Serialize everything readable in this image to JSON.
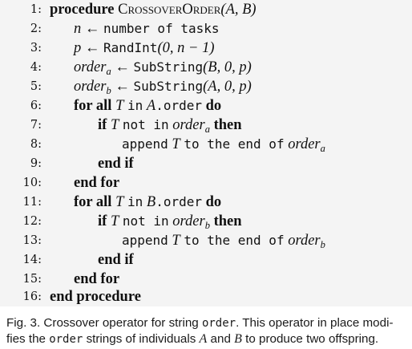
{
  "algorithm": {
    "lines": [
      {
        "num": "1:",
        "keyword": "procedure",
        "name": "CrossoverOrder",
        "params": "(A, B)"
      },
      {
        "num": "2:",
        "var": "n",
        "arrow": "←",
        "text": "number of tasks"
      },
      {
        "num": "3:",
        "var": "p",
        "arrow": "←",
        "fn": "RandInt",
        "args": "(0, n − 1)"
      },
      {
        "num": "4:",
        "var": "order",
        "sub": "a",
        "arrow": "←",
        "fn": "SubString",
        "args": "(B, 0, p)"
      },
      {
        "num": "5:",
        "var": "order",
        "sub": "b",
        "arrow": "←",
        "fn": "SubString",
        "args": "(A, 0, p)"
      },
      {
        "num": "6:",
        "kw1": "for all",
        "var": "T",
        "in": "in",
        "obj": "A",
        "field": ".order",
        "kw2": "do"
      },
      {
        "num": "7:",
        "kw1": "if",
        "var": "T",
        "notin": "not in",
        "obj": "order",
        "sub": "a",
        "kw2": "then"
      },
      {
        "num": "8:",
        "t1": "append",
        "var": "T",
        "t2": "to the end of",
        "obj": "order",
        "sub": "a"
      },
      {
        "num": "9:",
        "kw": "end if"
      },
      {
        "num": "10:",
        "kw": "end for"
      },
      {
        "num": "11:",
        "kw1": "for all",
        "var": "T",
        "in": "in",
        "obj": "B",
        "field": ".order",
        "kw2": "do"
      },
      {
        "num": "12:",
        "kw1": "if",
        "var": "T",
        "notin": "not in",
        "obj": "order",
        "sub": "b",
        "kw2": "then"
      },
      {
        "num": "13:",
        "t1": "append",
        "var": "T",
        "t2": "to the end of",
        "obj": "order",
        "sub": "b"
      },
      {
        "num": "14:",
        "kw": "end if"
      },
      {
        "num": "15:",
        "kw": "end for"
      },
      {
        "num": "16:",
        "kw": "end procedure"
      }
    ]
  },
  "caption": {
    "prefix": "Fig. 3. Crossover operator for string ",
    "code1": "order",
    "mid1": ". This operator in place modi-",
    "line2_pre": "fies the ",
    "code2": "order",
    "mid2": " strings of individuals ",
    "var_a": "A",
    "and": " and ",
    "var_b": "B",
    "suffix": " to produce two offspring."
  }
}
